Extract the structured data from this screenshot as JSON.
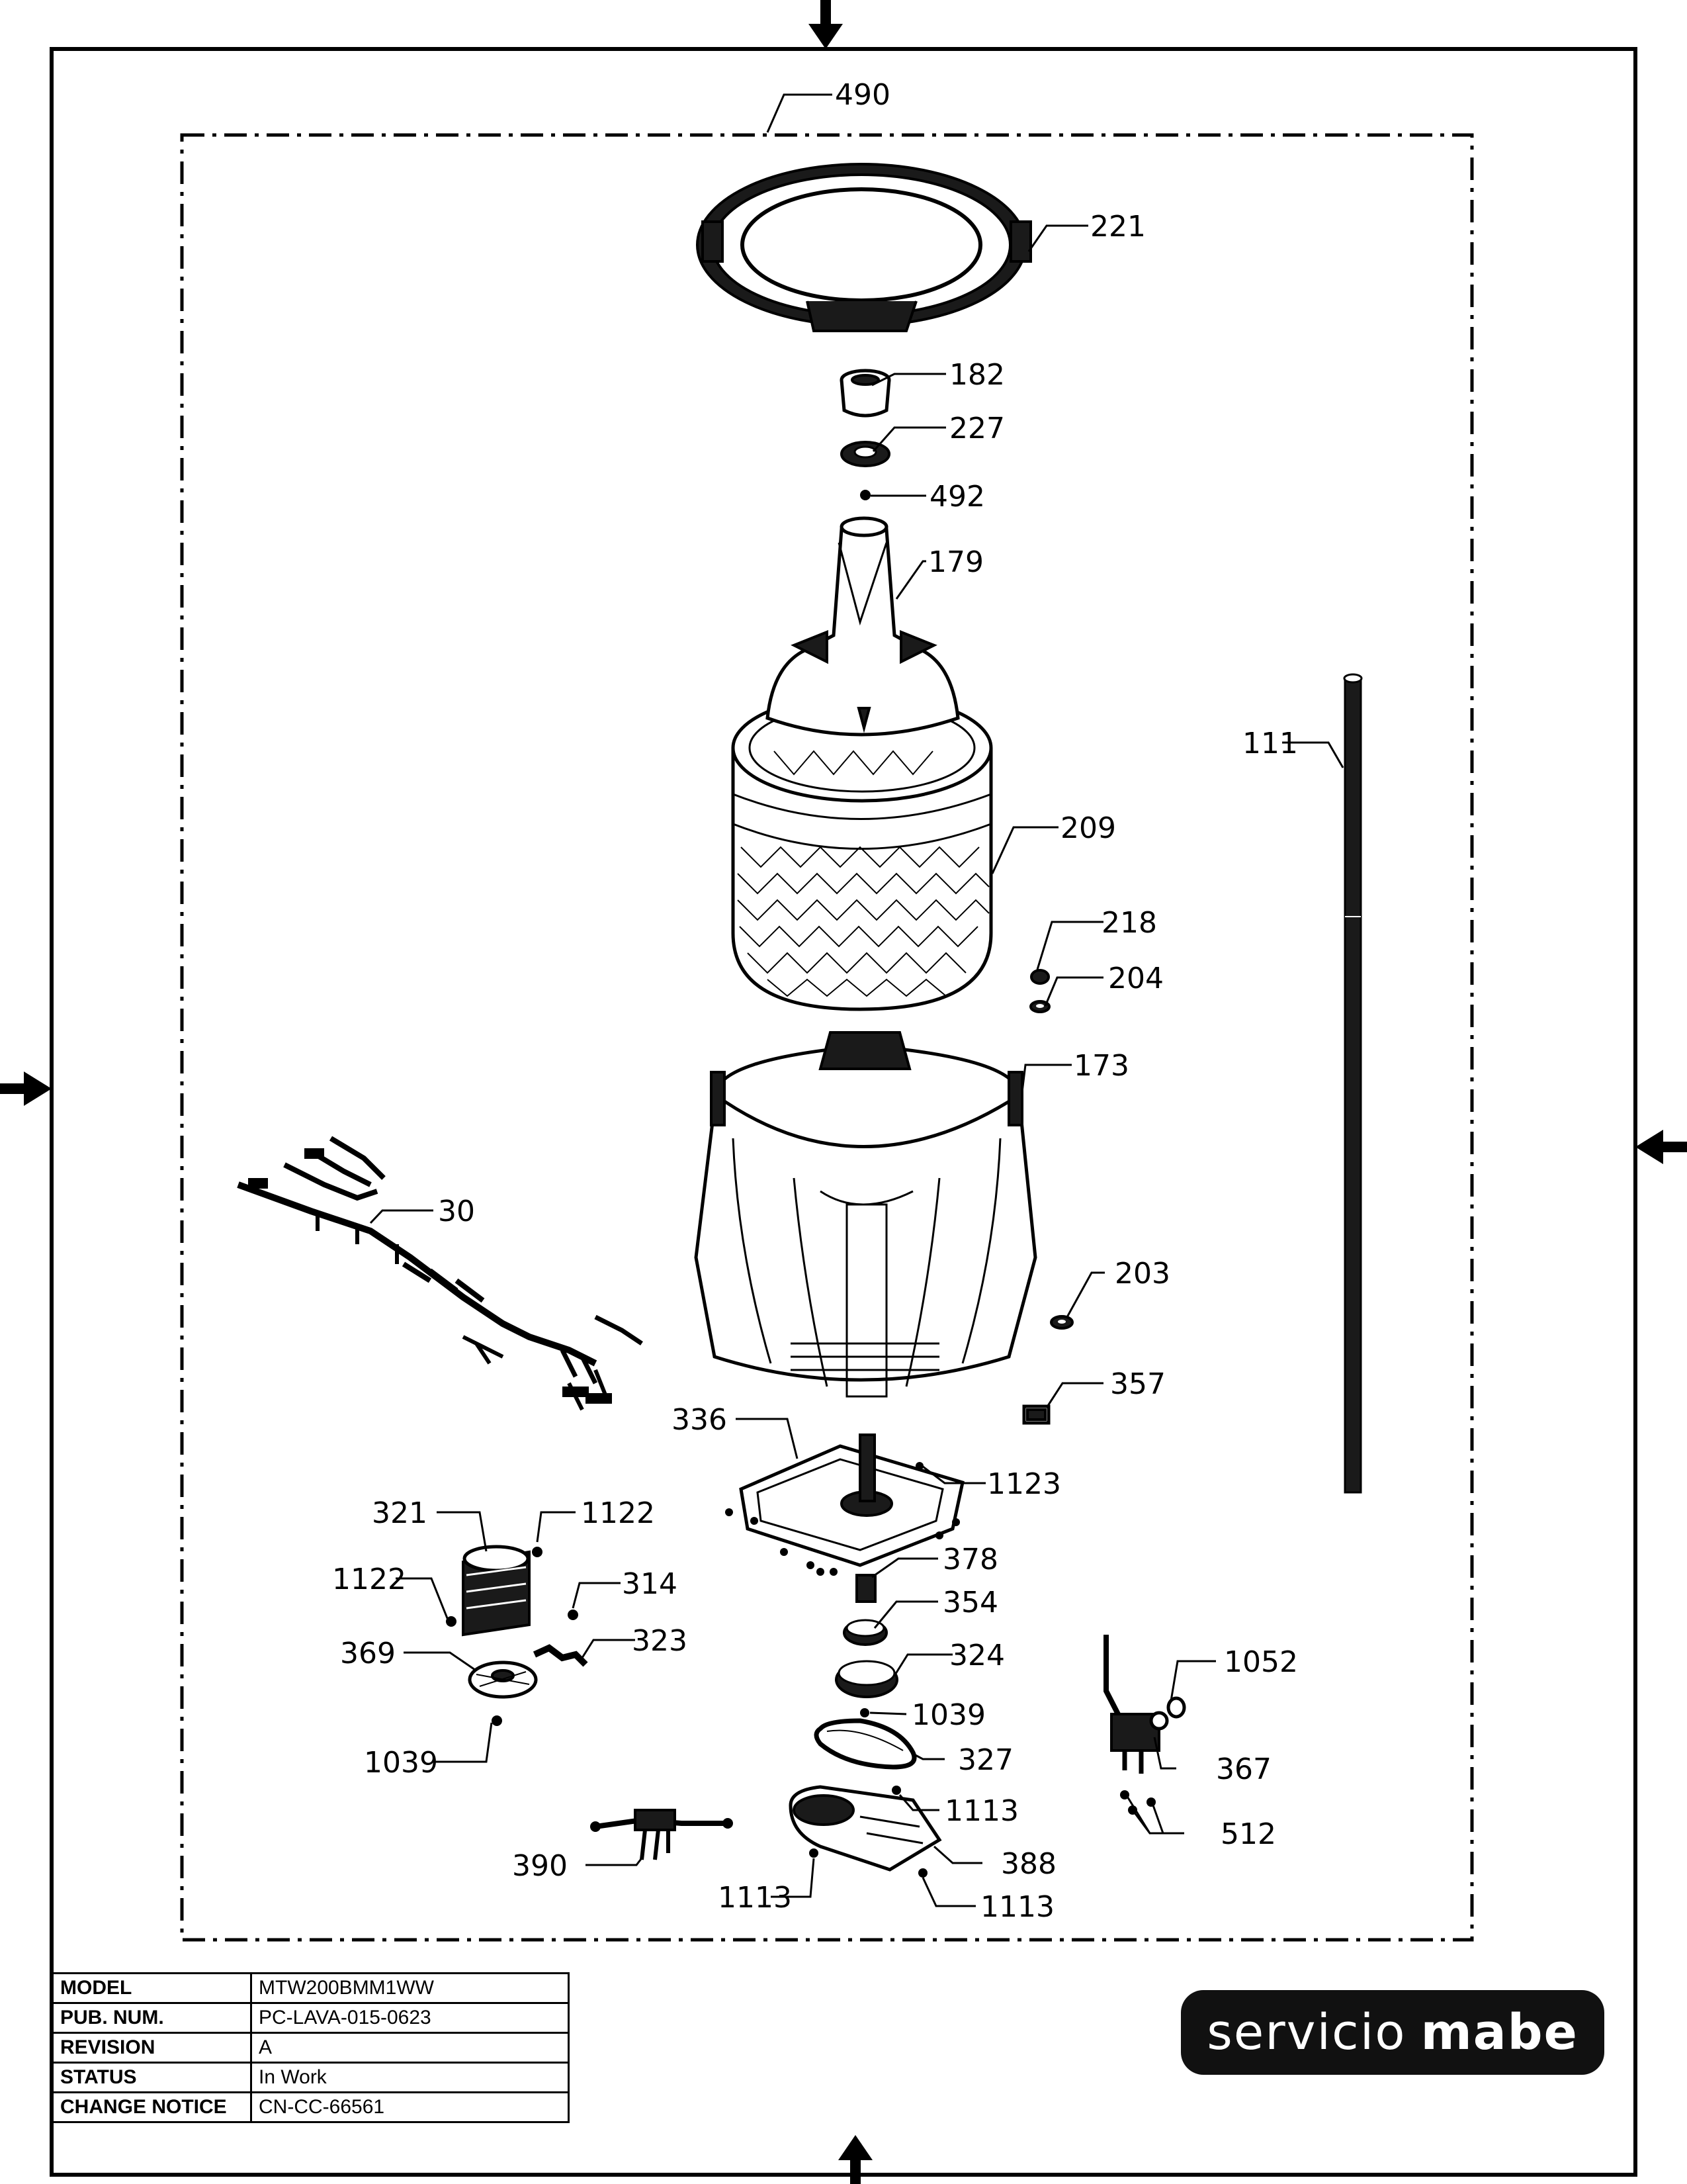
{
  "callouts": {
    "c490": "490",
    "c221": "221",
    "c182": "182",
    "c227": "227",
    "c492": "492",
    "c179": "179",
    "c111": "111",
    "c209": "209",
    "c218": "218",
    "c204": "204",
    "c173": "173",
    "c30": "30",
    "c203": "203",
    "c357": "357",
    "c336": "336",
    "c1123": "1123",
    "c321": "321",
    "c1122a": "1122",
    "c1122b": "1122",
    "c378": "378",
    "c314": "314",
    "c354": "354",
    "c323": "323",
    "c369": "369",
    "c324": "324",
    "c1052": "1052",
    "c1039a": "1039",
    "c1039b": "1039",
    "c327": "327",
    "c367": "367",
    "c1113a": "1113",
    "c512": "512",
    "c388": "388",
    "c390": "390",
    "c1113b": "1113",
    "c1113c": "1113"
  },
  "info_table": {
    "model_label": "MODEL",
    "model_value": "MTW200BMM1WW",
    "pub_label": "PUB. NUM.",
    "pub_value": "PC-LAVA-015-0623",
    "revision_label": "REVISION",
    "revision_value": "A",
    "status_label": "STATUS",
    "status_value": "In Work",
    "change_label": "CHANGE NOTICE",
    "change_value": "CN-CC-66561"
  },
  "logo": {
    "word1": "servicio",
    "word2": "mabe"
  }
}
